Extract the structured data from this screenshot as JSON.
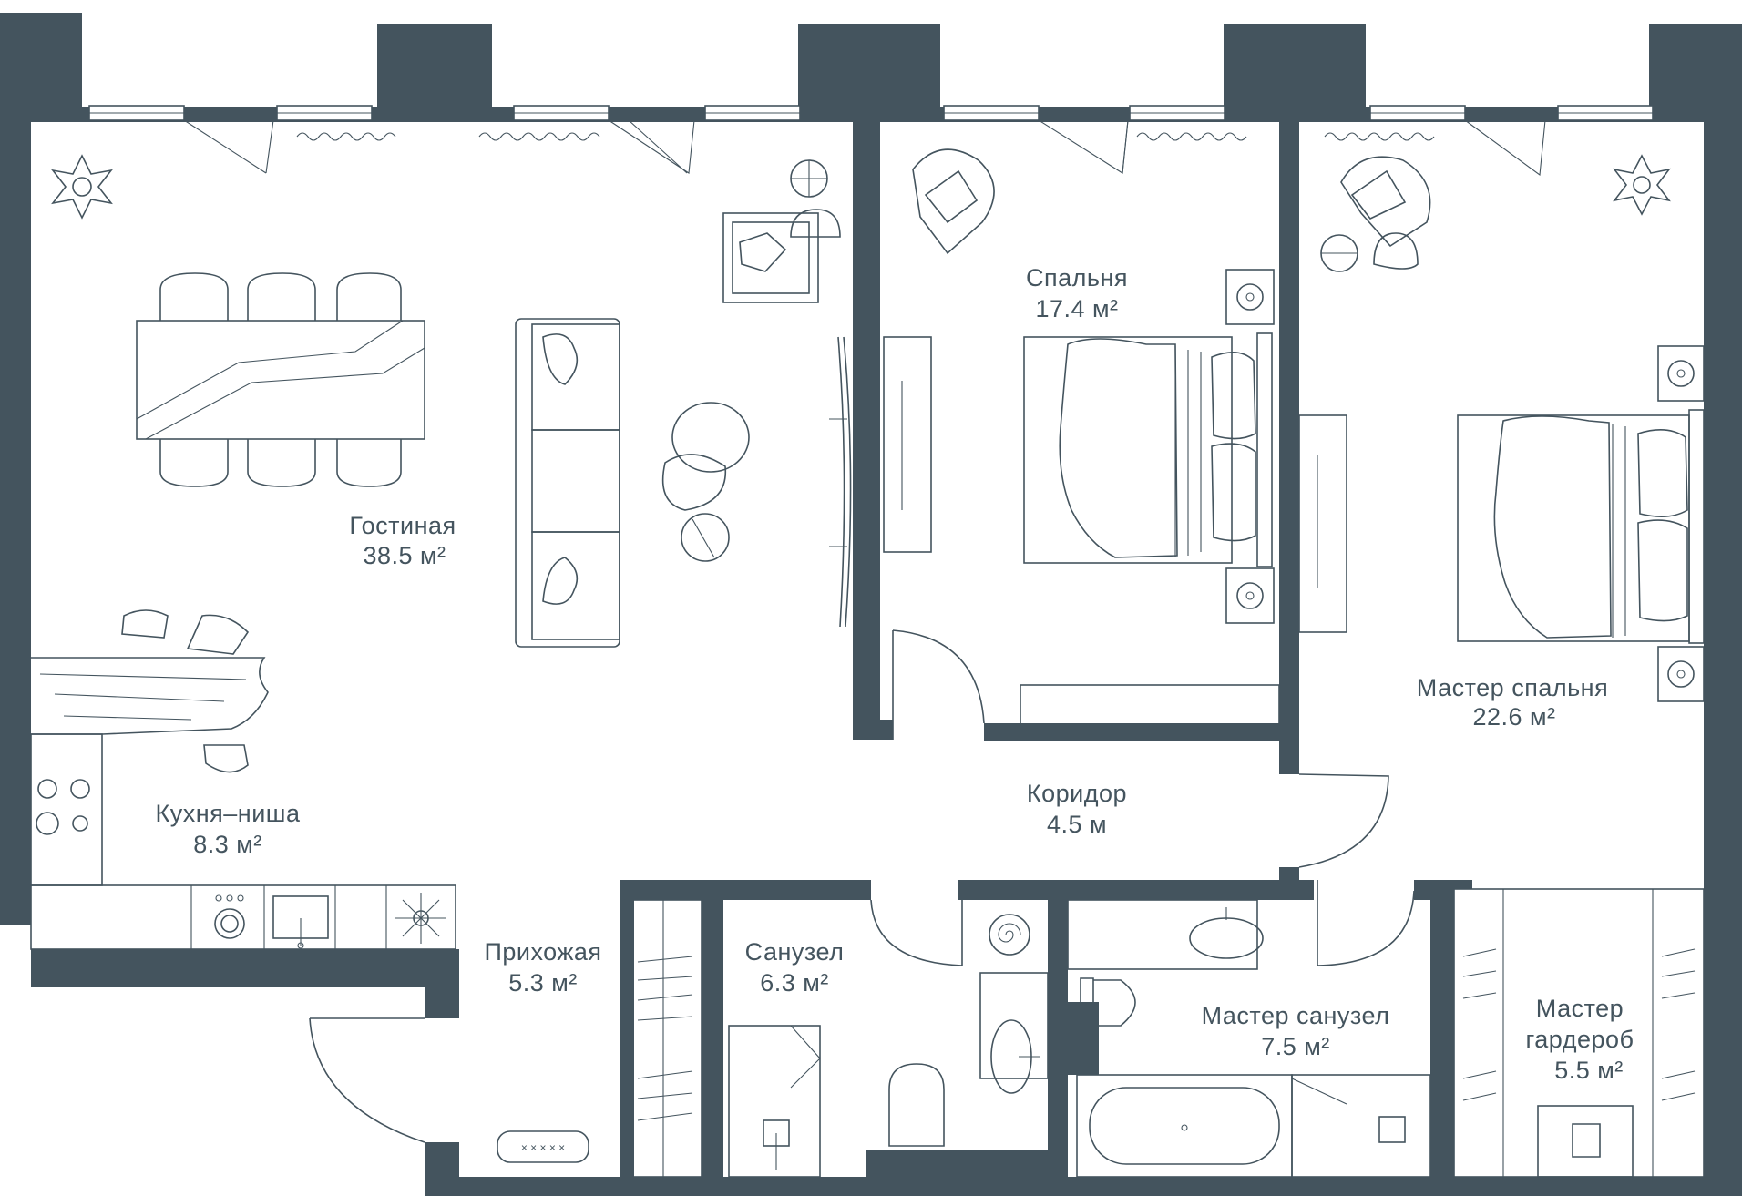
{
  "colors": {
    "wall": "#44545e",
    "background": "#ffffff"
  },
  "rooms": [
    {
      "id": "living",
      "name": "Гостиная",
      "area": "38.5 м²"
    },
    {
      "id": "bedroom",
      "name": "Спальня",
      "area": "17.4 м²"
    },
    {
      "id": "master-bedroom",
      "name": "Мастер спальня",
      "area": "22.6 м²"
    },
    {
      "id": "kitchen",
      "name": "Кухня–ниша",
      "area": "8.3 м²"
    },
    {
      "id": "corridor",
      "name": "Коридор",
      "area": "4.5 м"
    },
    {
      "id": "hall",
      "name": "Прихожая",
      "area": "5.3 м²"
    },
    {
      "id": "bathroom",
      "name": "Санузел",
      "area": "6.3 м²"
    },
    {
      "id": "master-bathroom",
      "name": "Мастер санузел",
      "area": "7.5 м²"
    },
    {
      "id": "master-wardrobe",
      "name": "Мастер гардероб",
      "name_line1": "Мастер",
      "name_line2": "гардероб",
      "area": "5.5 м²"
    }
  ],
  "icons": [
    "plant-icon",
    "armchair-icon",
    "floor-lamp-icon",
    "dining-table-icon",
    "sofa-icon",
    "coffee-table-icon",
    "tv-icon",
    "bed-icon",
    "nightstand-icon",
    "wardrobe-icon",
    "stove-icon",
    "sink-icon",
    "toilet-icon",
    "bathtub-icon",
    "shower-icon",
    "washing-machine-icon",
    "doormat-icon",
    "door-icon",
    "window-icon"
  ]
}
